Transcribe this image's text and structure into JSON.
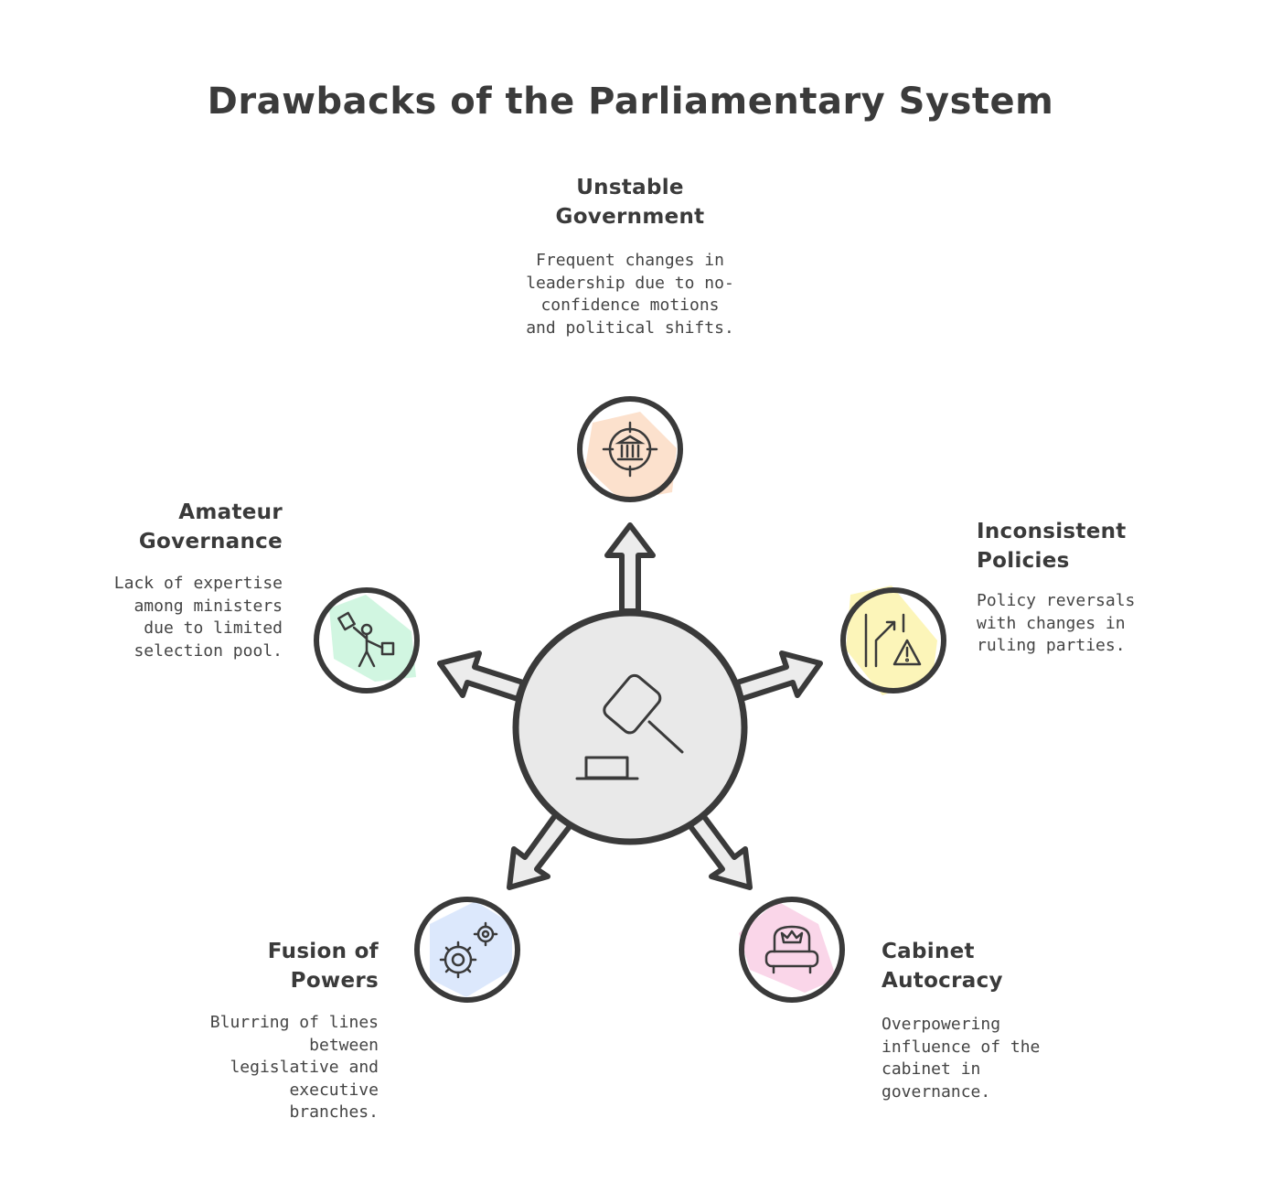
{
  "title": "Drawbacks of the Parliamentary System",
  "center": {
    "icon": "gavel-icon",
    "color": "#e9e9e9"
  },
  "items": [
    {
      "id": "unstable-government",
      "heading_lines": [
        "Unstable",
        "Government"
      ],
      "description_lines": [
        "Frequent changes in",
        "leadership due to no-",
        "confidence motions",
        "and political shifts."
      ],
      "icon": "government-building-target-icon",
      "color": "#fcdcc4"
    },
    {
      "id": "inconsistent-policies",
      "heading_lines": [
        "Inconsistent",
        "Policies"
      ],
      "description_lines": [
        "Policy reversals",
        "with changes in",
        "ruling parties."
      ],
      "icon": "road-warning-icon",
      "color": "#fbf3ad"
    },
    {
      "id": "cabinet-autocracy",
      "heading_lines": [
        "Cabinet",
        "Autocracy"
      ],
      "description_lines": [
        "Overpowering",
        "influence of the",
        "cabinet in",
        "governance."
      ],
      "icon": "throne-crown-icon",
      "color": "#f9cfe5"
    },
    {
      "id": "fusion-of-powers",
      "heading_lines": [
        "Fusion of",
        "Powers"
      ],
      "description_lines": [
        "Blurring of lines",
        "between",
        "legislative and",
        "executive",
        "branches."
      ],
      "icon": "gears-icon",
      "color": "#d6e4fb"
    },
    {
      "id": "amateur-governance",
      "heading_lines": [
        "Amateur",
        "Governance"
      ],
      "description_lines": [
        "Lack of expertise",
        "among ministers",
        "due to limited",
        "selection pool."
      ],
      "icon": "juggling-person-icon",
      "color": "#c9f4dc"
    }
  ]
}
